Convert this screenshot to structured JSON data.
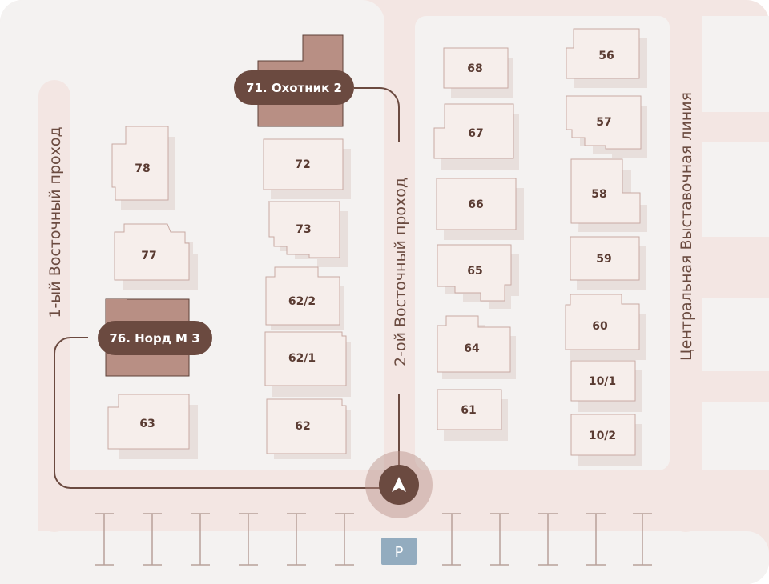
{
  "colors": {
    "ground": "#f4f2f1",
    "road": "#f3e6e3",
    "building_fill": "#f6eeeb",
    "building_stroke": "#c9aaa3",
    "building_shadow": "#e8dfdc",
    "highlight_fill": "#b88f84",
    "highlight_stroke": "#5e4038",
    "callout": "#6b4a40",
    "route": "#6b4a40",
    "parking": "#93acbf",
    "parking_stall": "#b8a19a"
  },
  "roads": {
    "first_east_passage": "1-ый Восточный проход",
    "second_east_passage": "2-ой Восточный проход",
    "central_exhibition_line": "Центральная Выставочная линия"
  },
  "buildings": {
    "b78": "78",
    "b77": "77",
    "b63": "63",
    "b72": "72",
    "b73": "73",
    "b62_2": "62/2",
    "b62_1": "62/1",
    "b62": "62",
    "b68": "68",
    "b67": "67",
    "b66": "66",
    "b65": "65",
    "b64": "64",
    "b61": "61",
    "b56": "56",
    "b57": "57",
    "b58": "58",
    "b59": "59",
    "b60": "60",
    "b10_1": "10/1",
    "b10_2": "10/2"
  },
  "callouts": {
    "b71": "71. Охотник 2",
    "b76": "76. Норд М 3"
  },
  "parking": {
    "label": "P"
  },
  "icons": {
    "location_marker": "navigation-arrow-icon"
  }
}
